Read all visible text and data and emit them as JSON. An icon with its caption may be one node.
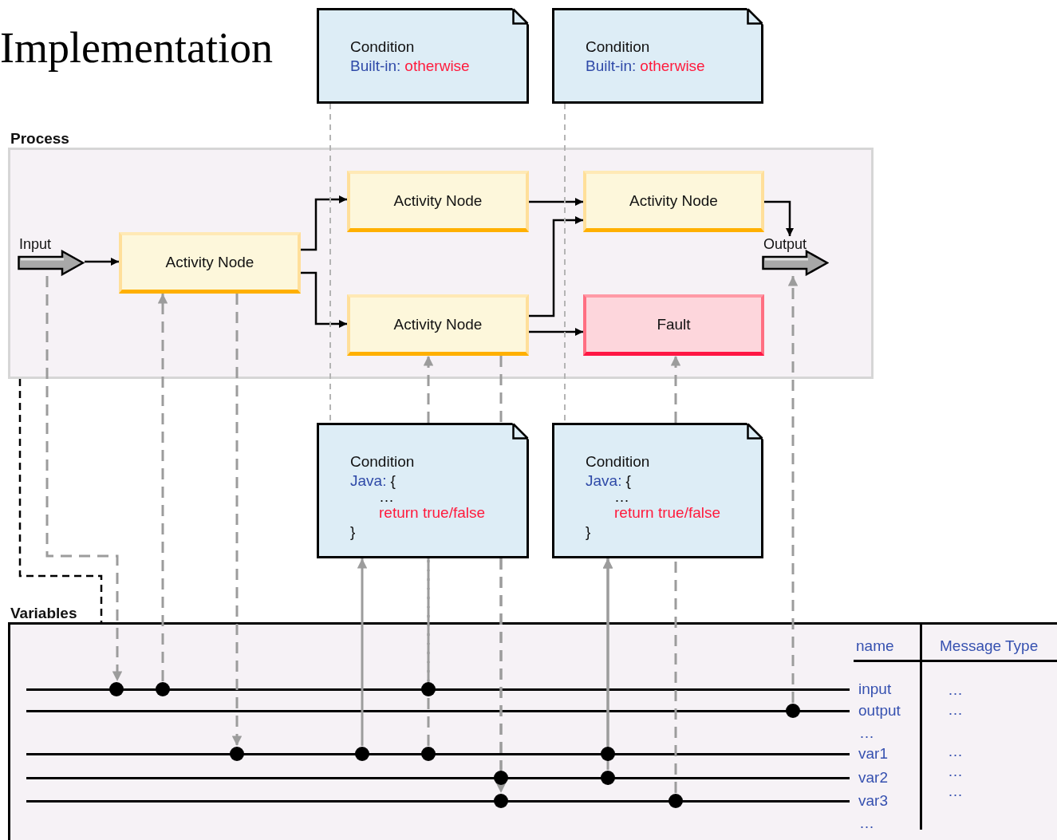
{
  "diagram": {
    "title": "Implementation",
    "nodes": [
      {
        "text": [
          "Process"
        ]
      },
      {
        "text": [
          "Input"
        ],
        "in": 0
      },
      {
        "text": [
          "Activity Node"
        ],
        "in": 0
      },
      {
        "text": [
          "Activity Node"
        ],
        "in": 0
      },
      {
        "text": [
          "Activity Node"
        ],
        "in": 0
      },
      {
        "text": [
          "Activity Node"
        ],
        "in": 0
      },
      {
        "text": [
          "Fault"
        ],
        "in": 0
      },
      {
        "text": [
          "Output"
        ],
        "in": 0
      },
      {
        "text": [
          "Condition",
          "Built-in:",
          "otherwise"
        ]
      },
      {
        "text": [
          "Condition",
          "Built-in:",
          "otherwise"
        ]
      },
      {
        "text": [
          "Condition",
          "Java:",
          "{",
          "…",
          "return true/false",
          "}"
        ]
      },
      {
        "text": [
          "Condition",
          "Java:",
          "{",
          "…",
          "return true/false",
          "}"
        ]
      },
      {
        "text": [
          "Variables"
        ]
      },
      {
        "text": [
          "input"
        ],
        "in": 12
      },
      {
        "text": [
          "output"
        ],
        "in": 12
      },
      {
        "text": [
          "var1"
        ],
        "in": 12
      },
      {
        "text": [
          "var2"
        ],
        "in": 12
      },
      {
        "text": [
          "var3"
        ],
        "in": 12
      }
    ],
    "edges": [
      {
        "from": 1,
        "to": 2,
        "arrow": "to",
        "color": "#000000"
      },
      {
        "from": 2,
        "to": 3,
        "arrow": "to",
        "color": "#000000"
      },
      {
        "from": 2,
        "to": 4,
        "arrow": "to",
        "color": "#000000"
      },
      {
        "from": 3,
        "to": 5,
        "arrow": "to",
        "color": "#000000"
      },
      {
        "from": 4,
        "to": 5,
        "arrow": "to",
        "color": "#000000"
      },
      {
        "from": 4,
        "to": 6,
        "arrow": "to",
        "color": "#000000"
      },
      {
        "from": 5,
        "to": 7,
        "arrow": "to",
        "color": "#000000"
      },
      {
        "from": 8,
        "to": 10,
        "arrow": "none",
        "style": "dashed",
        "color": "#b4b4b4"
      },
      {
        "from": 9,
        "to": 11,
        "arrow": "none",
        "style": "dashed",
        "color": "#b4b4b4"
      },
      {
        "from": 0,
        "to": 12,
        "arrow": "none",
        "style": "dashed",
        "color": "#000000"
      },
      {
        "from": 1,
        "to": 13,
        "arrow": "to",
        "style": "dashed"
      },
      {
        "from": 13,
        "to": 2,
        "arrow": "to",
        "style": "dashed"
      },
      {
        "from": 2,
        "to": 15,
        "arrow": "to",
        "style": "dashed"
      },
      {
        "from": 15,
        "to": 10,
        "arrow": "to"
      },
      {
        "from": 13,
        "to": 10,
        "arrow": "none",
        "style": "dashed"
      },
      {
        "from": 15,
        "to": 10,
        "arrow": "none",
        "style": "dashed"
      },
      {
        "from": 10,
        "to": 4,
        "arrow": "to",
        "style": "dashed"
      },
      {
        "from": 4,
        "to": 10,
        "arrow": "none",
        "style": "dashed"
      },
      {
        "from": 10,
        "to": 16,
        "arrow": "none",
        "style": "dashed"
      },
      {
        "from": 10,
        "to": 17,
        "arrow": "to",
        "style": "dashed"
      },
      {
        "from": 16,
        "to": 11,
        "arrow": "to"
      },
      {
        "from": 15,
        "to": 11,
        "arrow": "to"
      },
      {
        "from": 17,
        "to": 11,
        "arrow": "none",
        "style": "dashed"
      },
      {
        "from": 11,
        "to": 6,
        "arrow": "to",
        "style": "dashed"
      },
      {
        "from": 14,
        "to": 7,
        "arrow": "to",
        "style": "dashed"
      }
    ],
    "labels": [
      "name",
      "Message Type",
      "…",
      "…",
      "…",
      "…",
      "…",
      "…",
      "…"
    ]
  }
}
